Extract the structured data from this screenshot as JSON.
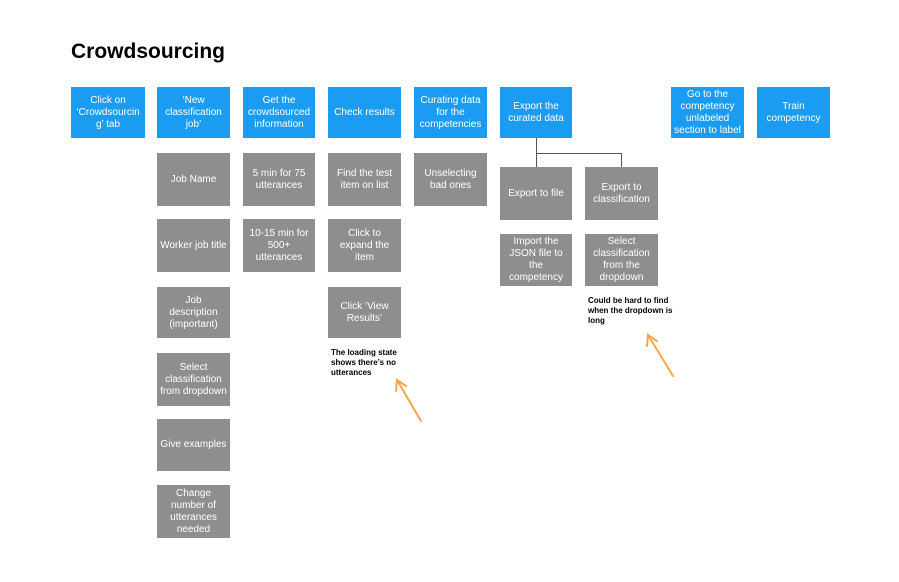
{
  "title": "Crowdsourcing",
  "colors": {
    "step": "#1a9cf2",
    "substep": "#8e8e8e",
    "annotation_arrow": "#f5a54a"
  },
  "steps": [
    {
      "label": "Click on ‘Crowdsourcing’ tab"
    },
    {
      "label": "‘New classification job’"
    },
    {
      "label": "Get the crowdsourced information"
    },
    {
      "label": "Check results"
    },
    {
      "label": "Curating data for the competencies"
    },
    {
      "label": "Export the curated data"
    },
    {
      "label": "Go to the competency unlabeled section to label"
    },
    {
      "label": "Train competency"
    }
  ],
  "substeps": {
    "new_job": [
      "Job Name",
      "Worker job title",
      "Job description (important)",
      "Select classification from dropdown",
      "Give examples",
      "Change number of utterances needed"
    ],
    "crowdsourced_info": [
      "5 min for 75 utterances",
      "10-15 min for 500+ utterances"
    ],
    "check_results": [
      "Find the test item on list",
      "Click to expand the item",
      "Click ‘View Results’"
    ],
    "curating": [
      "Unselecting bad ones"
    ],
    "export_file": [
      "Export to file",
      "Import the JSON file to the competency"
    ],
    "export_classification": [
      "Export to classification",
      "Select classification from the dropdown"
    ]
  },
  "notes": {
    "loading": "The loading state shows there’s no utterances",
    "dropdown": "Could be hard to find when the dropdown is long"
  }
}
